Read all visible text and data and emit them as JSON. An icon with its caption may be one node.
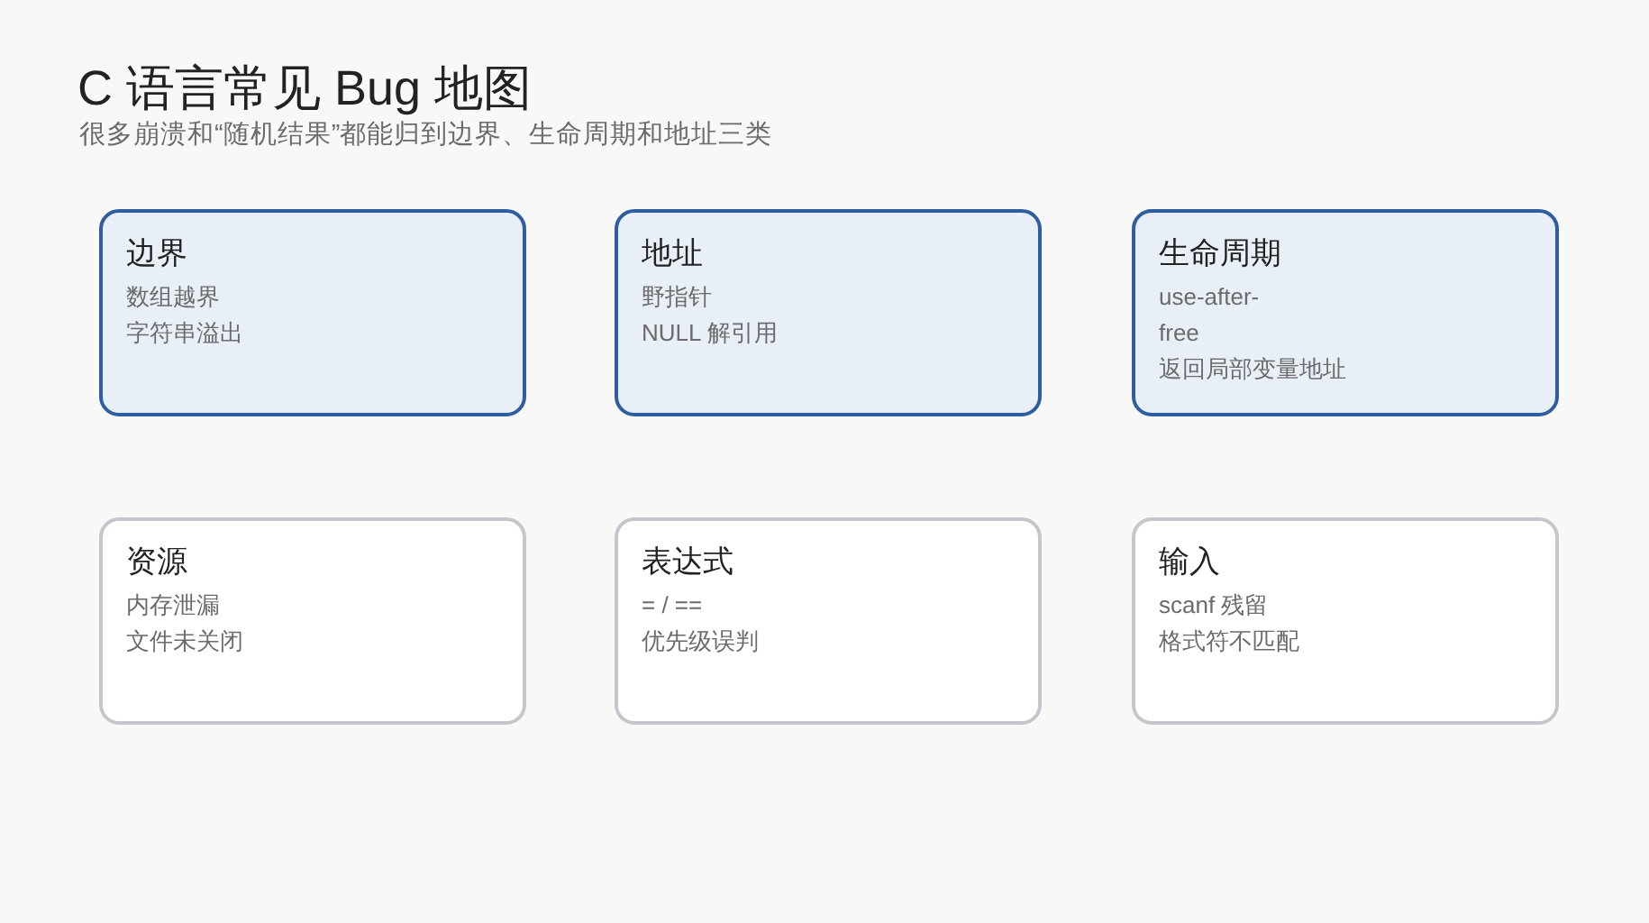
{
  "diagram": {
    "title": "C 语言常见 Bug 地图",
    "labels": [
      "很多崩溃和“随机结果”都能归到边界、生命周期和地址三类"
    ],
    "nodes": [
      {
        "text": [
          "边界",
          "数组越界",
          "字符串溢出"
        ]
      },
      {
        "text": [
          "地址",
          "野指针",
          "NULL 解引用"
        ]
      },
      {
        "text": [
          "生命周期",
          "use-after-free",
          "返回局部变量地址"
        ]
      },
      {
        "text": [
          "资源",
          "内存泄漏",
          "文件未关闭"
        ]
      },
      {
        "text": [
          "表达式",
          "= / ==",
          "优先级误判"
        ]
      },
      {
        "text": [
          "输入",
          "scanf 残留",
          "格式符不匹配"
        ]
      }
    ]
  }
}
